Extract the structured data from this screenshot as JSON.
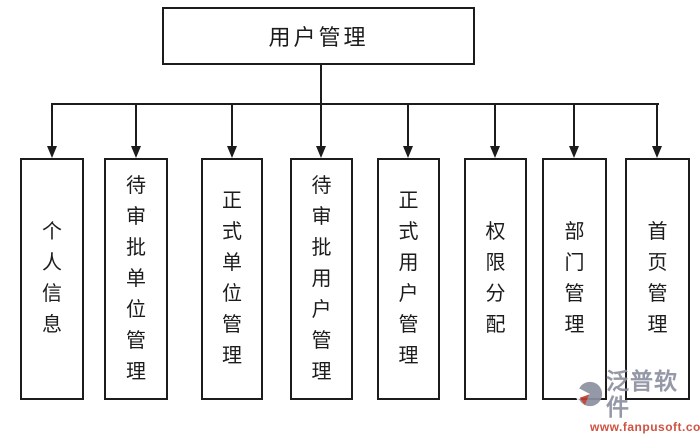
{
  "diagram": {
    "root": {
      "label": "用户管理"
    },
    "children": [
      {
        "label": "个人信息"
      },
      {
        "label": "待审批单位管理"
      },
      {
        "label": "正式单位管理"
      },
      {
        "label": "待审批用户管理"
      },
      {
        "label": "正式用户管理"
      },
      {
        "label": "权限分配"
      },
      {
        "label": "部门管理"
      },
      {
        "label": "首页管理"
      }
    ]
  },
  "watermark": {
    "brand": "泛普软件",
    "url": "www.fanpusoft.com",
    "brand_color": "#8b90a0",
    "url_color": "#cc4433"
  },
  "colors": {
    "line": "#1c1c1c",
    "background": "#ffffff"
  }
}
